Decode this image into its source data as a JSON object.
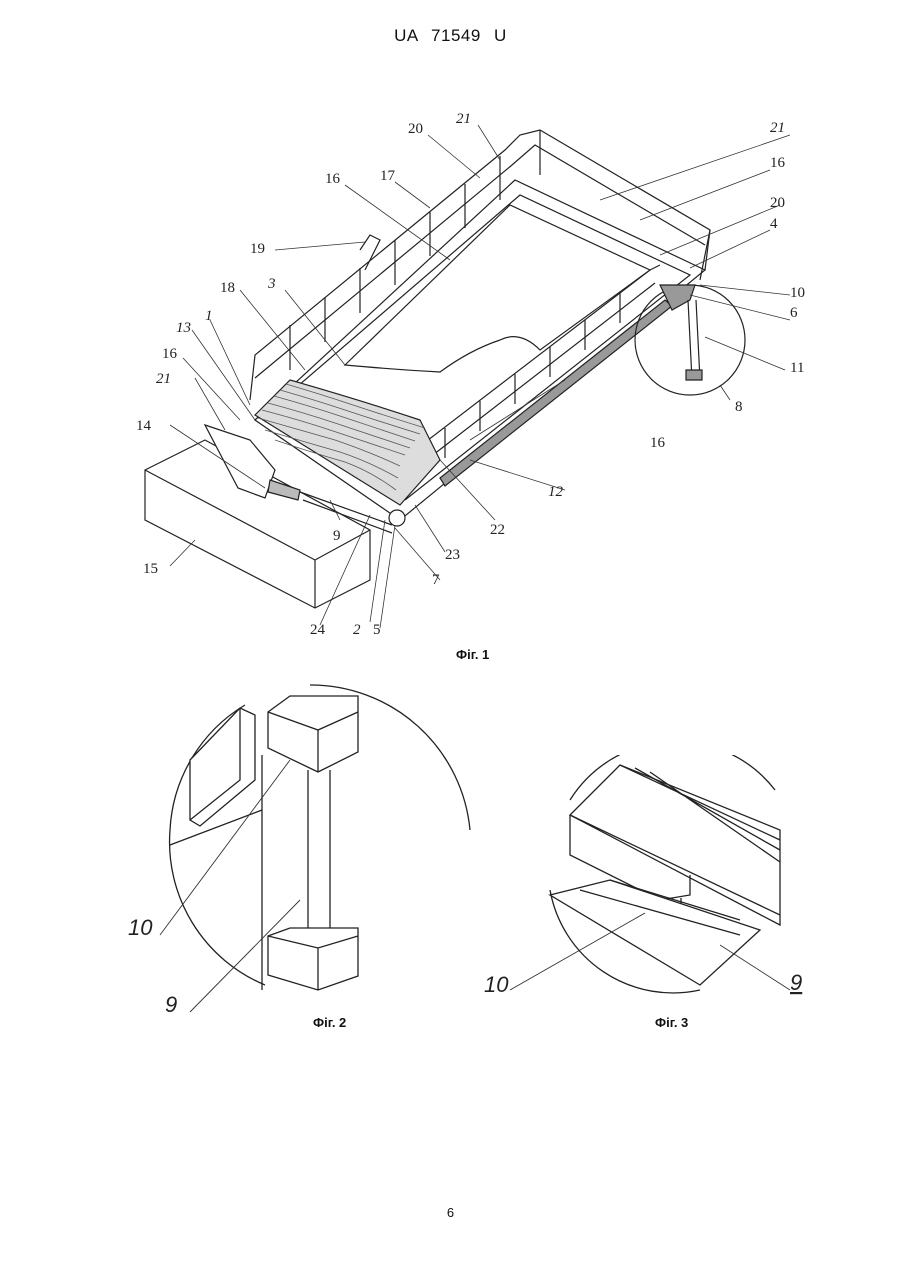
{
  "header": {
    "doc_number": "UA   71549   U"
  },
  "figures": [
    {
      "caption": "Фіг. 1",
      "labels": [
        "21",
        "20",
        "21",
        "16",
        "17",
        "16",
        "20",
        "4",
        "19",
        "10",
        "6",
        "18",
        "3",
        "11",
        "1",
        "13",
        "8",
        "16",
        "21",
        "16",
        "14",
        "12",
        "22",
        "9",
        "15",
        "23",
        "7",
        "24",
        "2",
        "5"
      ]
    },
    {
      "caption": "Фіг. 2",
      "labels": [
        "10",
        "9"
      ]
    },
    {
      "caption": "Фіг. 3",
      "labels": [
        "10",
        "9"
      ]
    }
  ],
  "footer": {
    "page_number": "6"
  }
}
